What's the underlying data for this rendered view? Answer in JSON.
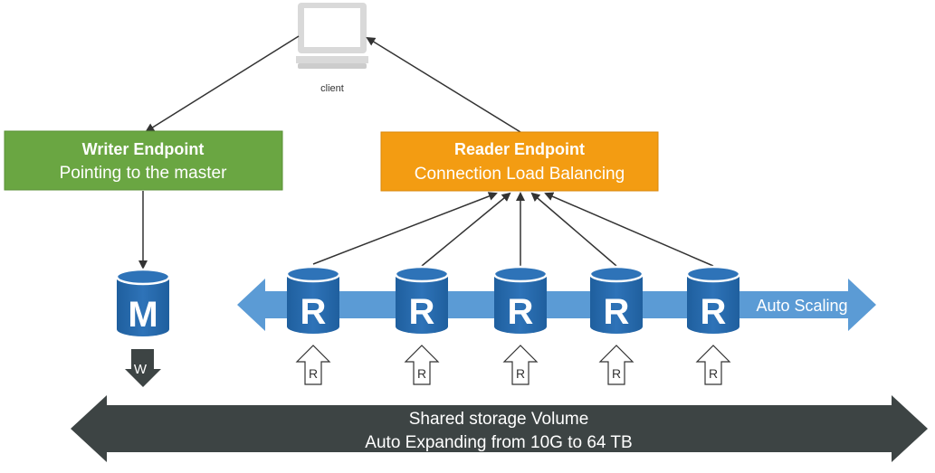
{
  "client": {
    "label": "client",
    "icon": "laptop-icon"
  },
  "writer": {
    "title": "Writer Endpoint",
    "subtitle": "Pointing to the master",
    "color": "#6aa642"
  },
  "reader": {
    "title": "Reader Endpoint",
    "subtitle": "Connection Load Balancing",
    "color": "#f39c12"
  },
  "master": {
    "letter": "M",
    "icon": "database-icon"
  },
  "write_arrow": {
    "label": "W"
  },
  "replicas": [
    {
      "letter": "R",
      "read_label": "R"
    },
    {
      "letter": "R",
      "read_label": "R"
    },
    {
      "letter": "R",
      "read_label": "R"
    },
    {
      "letter": "R",
      "read_label": "R"
    },
    {
      "letter": "R",
      "read_label": "R"
    }
  ],
  "auto_scaling": {
    "label": "Auto Scaling",
    "color": "#5b9bd5"
  },
  "storage": {
    "line1": "Shared storage Volume",
    "line2": "Auto Expanding from 10G to 64 TB",
    "color": "#3d4444"
  },
  "db_color": "#2e73b8"
}
